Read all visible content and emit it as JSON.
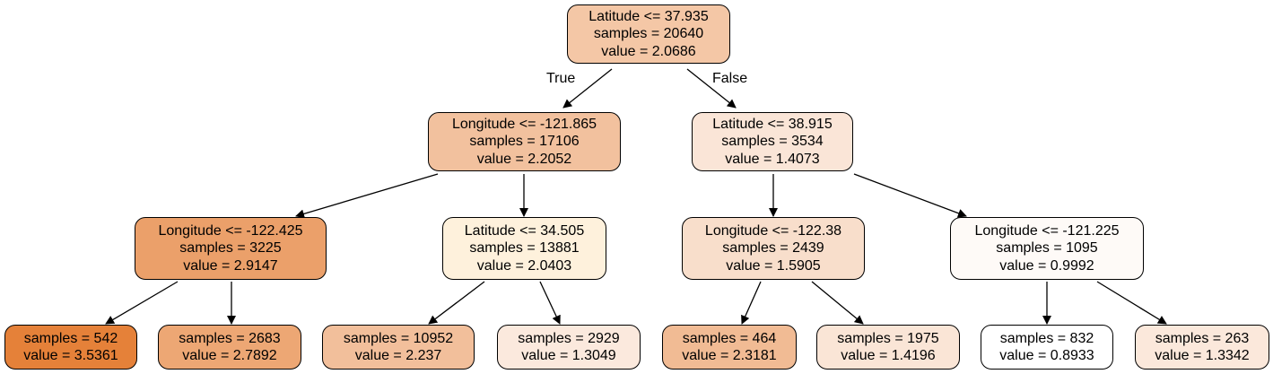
{
  "tree": {
    "root": {
      "lines": [
        "Latitude <= 37.935",
        "samples = 20640",
        "value = 2.0686"
      ],
      "color": "#f4c7a6"
    },
    "n1": {
      "lines": [
        "Longitude <= -121.865",
        "samples = 17106",
        "value = 2.2052"
      ],
      "color": "#f2c19e"
    },
    "n2": {
      "lines": [
        "Latitude <= 38.915",
        "samples = 3534",
        "value = 1.4073"
      ],
      "color": "#fae5d7"
    },
    "n3": {
      "lines": [
        "Longitude <= -122.425",
        "samples = 3225",
        "value = 2.9147"
      ],
      "color": "#eba06a"
    },
    "n4": {
      "lines": [
        "Latitude <= 34.505",
        "samples = 13881",
        "value = 2.0403"
      ],
      "color": "#fef1dc"
    },
    "n5": {
      "lines": [
        "Longitude <= -122.38",
        "samples = 2439",
        "value = 1.5905"
      ],
      "color": "#f8decb"
    },
    "n6": {
      "lines": [
        "Longitude <= -121.225",
        "samples = 1095",
        "value = 0.9992"
      ],
      "color": "#fefaf7"
    },
    "l1": {
      "lines": [
        "samples = 542",
        "value = 3.5361"
      ],
      "color": "#e58139"
    },
    "l2": {
      "lines": [
        "samples = 2683",
        "value = 2.7892"
      ],
      "color": "#eda774"
    },
    "l3": {
      "lines": [
        "samples = 10952",
        "value = 2.237"
      ],
      "color": "#f2bf9b"
    },
    "l4": {
      "lines": [
        "samples = 2929",
        "value = 1.3049"
      ],
      "color": "#fbe9dd"
    },
    "l5": {
      "lines": [
        "samples = 464",
        "value = 2.3181"
      ],
      "color": "#f1bb94"
    },
    "l6": {
      "lines": [
        "samples = 1975",
        "value = 1.4196"
      ],
      "color": "#fae5d6"
    },
    "l7": {
      "lines": [
        "samples = 832",
        "value = 0.8933"
      ],
      "color": "#ffffff"
    },
    "l8": {
      "lines": [
        "samples = 263",
        "value = 1.3342"
      ],
      "color": "#fbe8db"
    }
  },
  "edge_labels": {
    "true_label": "True",
    "false_label": "False"
  }
}
